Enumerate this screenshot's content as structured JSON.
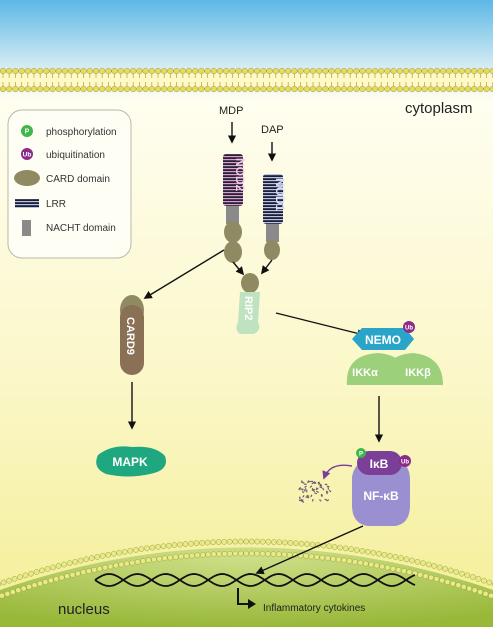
{
  "labels": {
    "cytoplasm": "cytoplasm",
    "nucleus": "nucleus",
    "mdp": "MDP",
    "dap": "DAP",
    "nod2": "NOD2",
    "nod1": "NOD1",
    "rip2": "RIP2",
    "card9": "CARD9",
    "mapk": "MAPK",
    "nemo": "NEMO",
    "ikk_alpha": "IKKα",
    "ikk_beta": "IKKβ",
    "ikb": "IκB",
    "nfkb": "NF-κB",
    "inflammatory": "Inflammatory cytokines"
  },
  "legend": {
    "items": [
      {
        "symbol": "P",
        "label": "phosphorylation"
      },
      {
        "symbol": "Ub",
        "label": "ubiquitination"
      },
      {
        "symbol": "",
        "label": "CARD domain"
      },
      {
        "symbol": "",
        "label": "LRR"
      },
      {
        "symbol": "",
        "label": "NACHT domain"
      }
    ]
  },
  "badges": {
    "phospho": "P",
    "ub": "Ub"
  },
  "colors": {
    "card_domain": "#8f8a62",
    "phospho": "#3db64a",
    "ub": "#8a2d8a",
    "nemo": "#2aa4c9",
    "ikk": "#9cd07a",
    "ikb": "#7b3f98",
    "nfkb": "#9a8fd0",
    "mapk": "#1fa87f",
    "rip2": "#bfe3c0",
    "card9": "#8a7055",
    "nucleus": "#a6c64a"
  }
}
